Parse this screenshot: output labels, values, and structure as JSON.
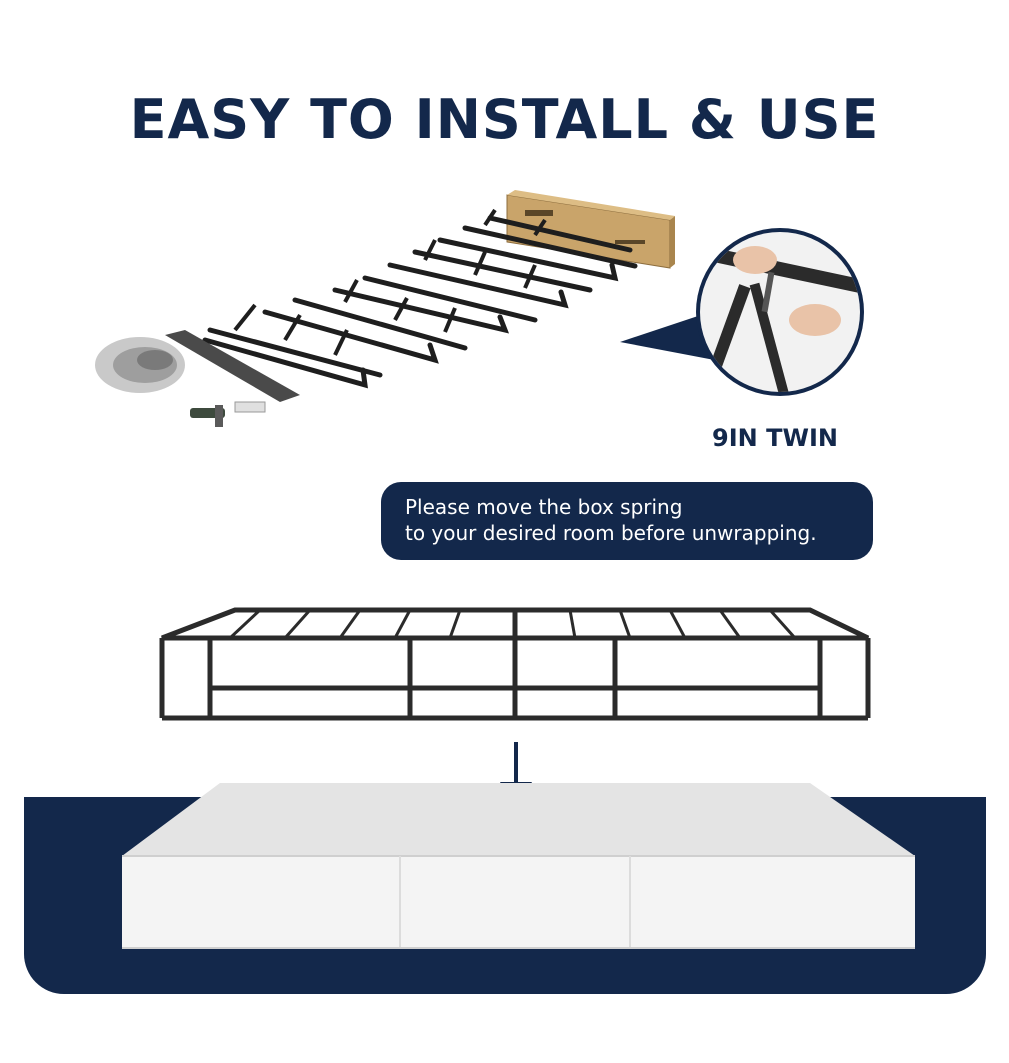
{
  "headline": "EASY TO INSTALL & USE",
  "size_label": "9IN TWIN",
  "notice": {
    "line1": "Please move the box spring",
    "line2": "to your desired room before unwrapping."
  },
  "colors": {
    "navy": "#13284b",
    "frame_steel": "#2b2b2b",
    "mattress_white": "#efefef",
    "box_cardboard": "#c9a46a"
  },
  "icons": [
    "down-arrow-icon"
  ]
}
